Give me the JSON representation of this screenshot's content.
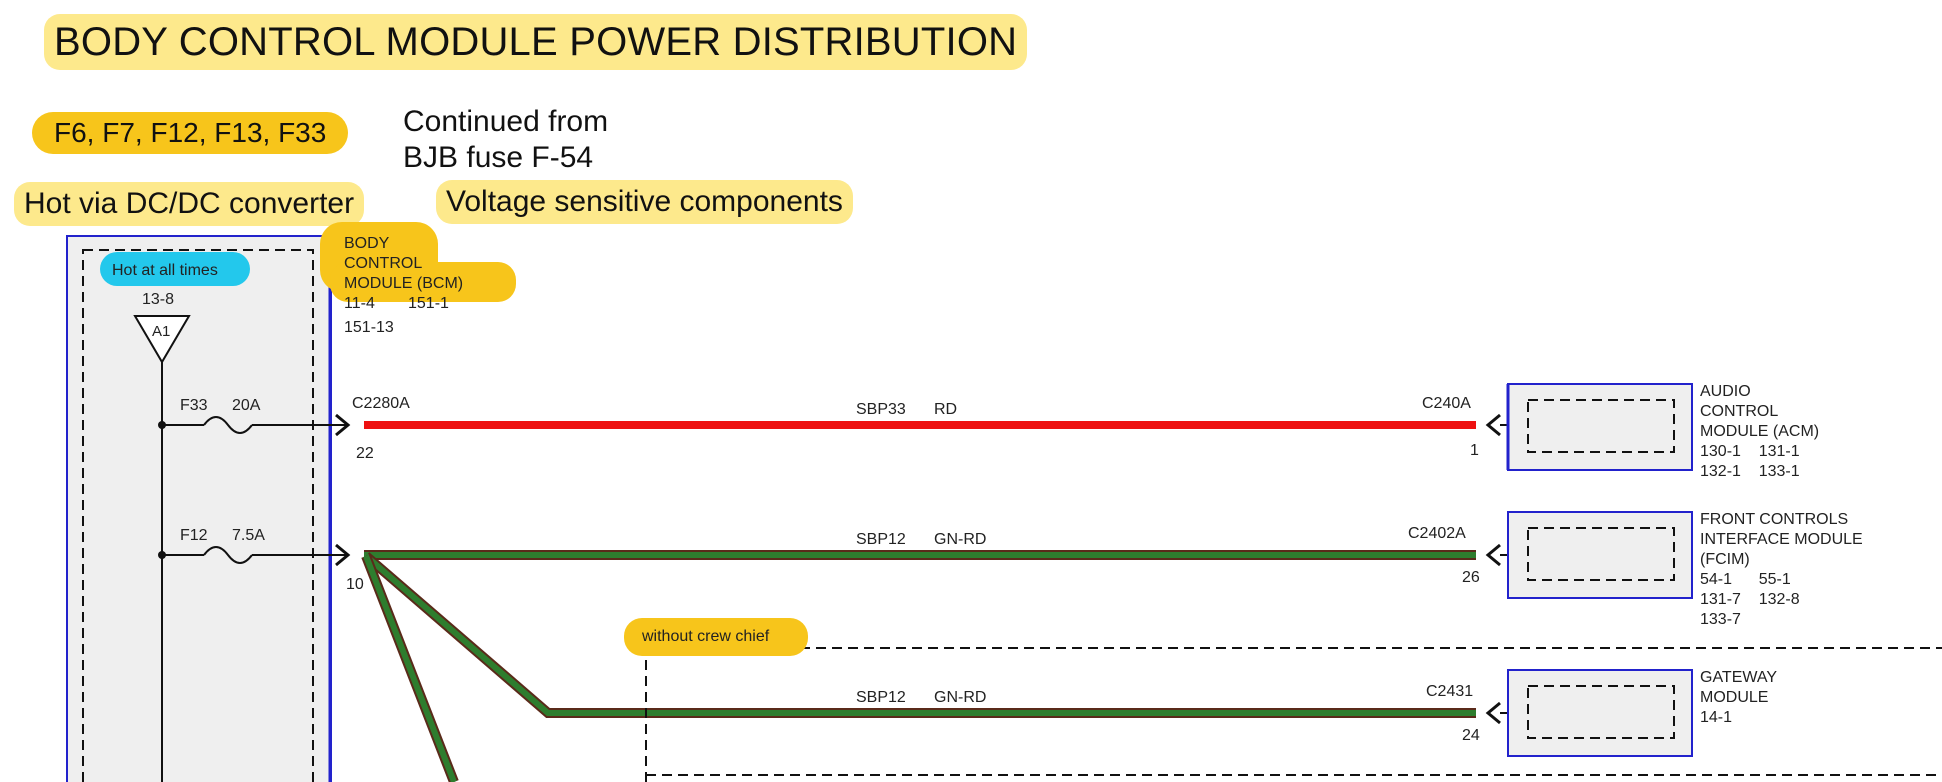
{
  "title": "BODY CONTROL MODULE POWER DISTRIBUTION",
  "fuse_list": "F6, F7, F12, F13, F33",
  "continued_note": {
    "line1": "Continued from",
    "line2": "BJB fuse F-54"
  },
  "hot_dc": "Hot via DC/DC converter",
  "voltage_sensitive": "Voltage sensitive components",
  "hot_at_all_times": "Hot at all times",
  "hot_ref": "13-8",
  "terminal": "A1",
  "bcm": {
    "l1": "BODY",
    "l2": "CONTROL",
    "l3": "MODULE (BCM)",
    "ref1": "11-4",
    "ref2": "151-1",
    "ref3": "151-13"
  },
  "fuses": [
    {
      "name": "F33",
      "amps": "20A"
    },
    {
      "name": "F12",
      "amps": "7.5A"
    }
  ],
  "circuits": [
    {
      "circuit": "SBP33",
      "color": "RD",
      "from_conn": "C2280A",
      "from_pin": "22",
      "to_conn": "C240A",
      "to_pin": "1",
      "wire_hex": "#ee1111"
    },
    {
      "circuit": "SBP12",
      "color": "GN-RD",
      "from_pin": "10",
      "to_conn": "C2402A",
      "to_pin": "26",
      "wire_hex": "#2e7d2e"
    },
    {
      "circuit": "SBP12",
      "color": "GN-RD",
      "to_conn": "C2431",
      "to_pin": "24",
      "wire_hex": "#2e7d2e"
    }
  ],
  "modules": [
    {
      "lines": [
        "AUDIO",
        "CONTROL",
        "MODULE (ACM)",
        "130-1    131-1",
        "132-1    133-1"
      ]
    },
    {
      "lines": [
        "FRONT CONTROLS",
        "INTERFACE MODULE",
        "(FCIM)",
        "54-1      55-1",
        "131-7    132-8",
        "133-7"
      ]
    },
    {
      "lines": [
        "GATEWAY",
        "MODULE",
        "14-1"
      ]
    }
  ],
  "without_crew_chief": "without crew chief",
  "colors": {
    "highlight_yellow": "#fde98c",
    "highlight_orange": "#f7c51b",
    "highlight_cyan": "#23c8ec",
    "frame_blue": "#2222cc",
    "wire_red": "#ee1111",
    "wire_green": "#2e7d2e"
  }
}
